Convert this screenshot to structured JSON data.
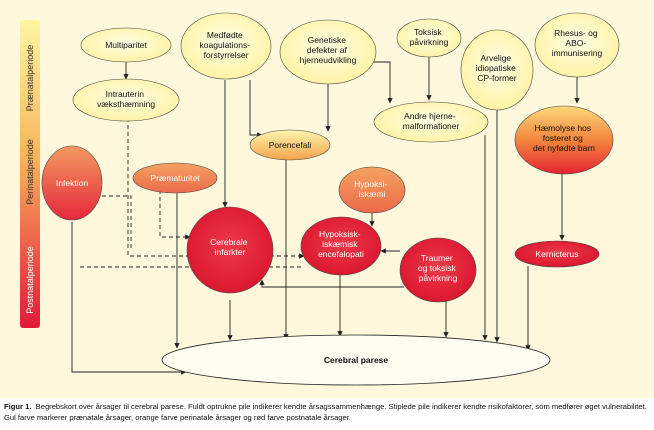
{
  "periods": {
    "prenatal": "Prænatalperiode",
    "perinatal": "Perinatalperiode",
    "postnatal": "Postnatalperiode"
  },
  "nodes": {
    "multiparitet": [
      "Multiparitet"
    ],
    "intrauterin": [
      "Intrauterin",
      "væksthæmning"
    ],
    "medfodte": [
      "Medfødte",
      "koagulations-",
      "forstyrrelser"
    ],
    "genetiske": [
      "Genetiske",
      "defekter af",
      "hjerneudvikling"
    ],
    "toksisk": [
      "Toksisk",
      "påvirkning"
    ],
    "arvelige": [
      "Arvelige",
      "idiopatiske",
      "CP-former"
    ],
    "rhesus": [
      "Rhesus- og",
      "ABO-",
      "immunisering"
    ],
    "andre": [
      "Andre hjerne-",
      "malformationer"
    ],
    "porencefali": [
      "Porencefali"
    ],
    "haemolyse": [
      "Hæmolyse hos",
      "fosteret og",
      "det nyfødte barn"
    ],
    "infektion": [
      "Infektion"
    ],
    "praematuritet": [
      "Præmaturitet"
    ],
    "hypoksiskaemi": [
      "Hypoksi-",
      "iskæmi"
    ],
    "cerebrale": [
      "Cerebrale",
      "infarkter"
    ],
    "hypoksisk": [
      "Hypoksisk-",
      "iskæmisk",
      "encefalopati"
    ],
    "traumer": [
      "Traumer",
      "og toksisk",
      "påvirkning"
    ],
    "kernicterus": [
      "Kernicterus"
    ],
    "cerebralparese": [
      "Cerebral parese"
    ]
  },
  "caption": {
    "label": "Figur 1.",
    "text": "Begrebskort over årsager til cerebral parese. Fuldt optrukne pile indikerer kendte årsagssammenhænge. Stiplede pile indikerer kendte risikofaktorer, som medfører øget vulnerabilitet. Gul farve markerer prænatale årsager, orange farve perinatale årsager og rød farve postnatale årsager."
  },
  "colors": {
    "background": "#fff8dc",
    "prenatal_fill": "#fffabf",
    "orange_mid": "#f39a5a",
    "red": "#e8203a",
    "text": "#111111"
  }
}
